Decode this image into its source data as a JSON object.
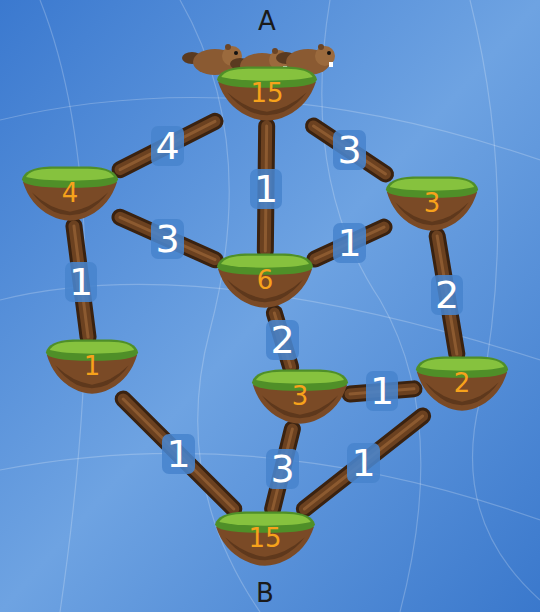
{
  "diagram": {
    "nodes": [
      {
        "text": [
          "A",
          "15"
        ]
      },
      {
        "text": [
          "4"
        ]
      },
      {
        "text": [
          "3"
        ]
      },
      {
        "text": [
          "6"
        ]
      },
      {
        "text": [
          "1"
        ]
      },
      {
        "text": [
          "3"
        ]
      },
      {
        "text": [
          "2"
        ]
      },
      {
        "text": [
          "15",
          "B"
        ]
      }
    ],
    "edges": [
      {
        "from": 0,
        "to": 1,
        "arrow": "none",
        "label": "4"
      },
      {
        "from": 0,
        "to": 3,
        "arrow": "none",
        "label": "1"
      },
      {
        "from": 0,
        "to": 2,
        "arrow": "none",
        "label": "3"
      },
      {
        "from": 1,
        "to": 3,
        "arrow": "none",
        "label": "3"
      },
      {
        "from": 2,
        "to": 3,
        "arrow": "none",
        "label": "1"
      },
      {
        "from": 1,
        "to": 4,
        "arrow": "none",
        "label": "1"
      },
      {
        "from": 2,
        "to": 6,
        "arrow": "none",
        "label": "2"
      },
      {
        "from": 3,
        "to": 5,
        "arrow": "none",
        "label": "2"
      },
      {
        "from": 5,
        "to": 6,
        "arrow": "none",
        "label": "1"
      },
      {
        "from": 4,
        "to": 7,
        "arrow": "none",
        "label": "1"
      },
      {
        "from": 5,
        "to": 7,
        "arrow": "none",
        "label": "3"
      },
      {
        "from": 6,
        "to": 7,
        "arrow": "none",
        "label": "1"
      }
    ]
  }
}
